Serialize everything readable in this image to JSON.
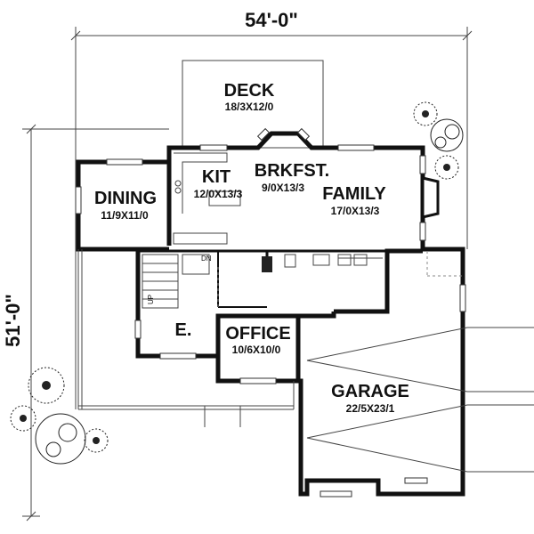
{
  "dimensions": {
    "width": "54'-0\"",
    "depth": "51'-0\""
  },
  "rooms": {
    "deck": {
      "name": "DECK",
      "size": "18/3X12/0"
    },
    "kit": {
      "name": "KIT",
      "size": "12/0X13/3"
    },
    "brkfst": {
      "name": "BRKFST.",
      "size": "9/0X13/3"
    },
    "family": {
      "name": "FAMILY",
      "size": "17/0X13/3"
    },
    "dining": {
      "name": "DINING",
      "size": "11/9X11/0"
    },
    "entry": {
      "name": "E."
    },
    "office": {
      "name": "OFFICE",
      "size": "10/6X10/0"
    },
    "garage": {
      "name": "GARAGE",
      "size": "22/5X23/1"
    }
  },
  "stair_labels": {
    "down": "DN",
    "up": "UP"
  }
}
